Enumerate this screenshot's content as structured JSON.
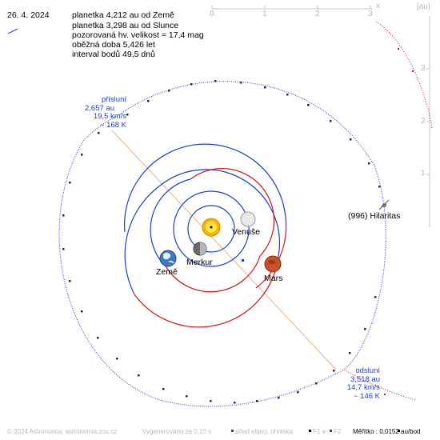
{
  "header": {
    "date": "26. 4. 2024",
    "info_lines": [
      "planetka 4,212 au od Země",
      "planetka 3,298 au od Slunce",
      "pozorovaná hv. velikost = 17,4 mag",
      "oběžná doba 5,426 let",
      "interval bodů 49,5 dnů"
    ]
  },
  "axes": {
    "x_ticks": [
      "0",
      "1",
      "2",
      "3"
    ],
    "y_ticks": [
      "1",
      "2",
      "3"
    ],
    "x_symbol": "x",
    "unit": "[au]"
  },
  "perihelion": {
    "title": "přísluní",
    "distance": "2,657 au",
    "speed": "19,5 km/s",
    "temperature": "~ 168 K"
  },
  "aphelion": {
    "title": "odsluní",
    "distance": "3,518 au",
    "speed": "14,7 km/s",
    "temperature": "~ 146 K"
  },
  "bodies": {
    "venus": "Venuše",
    "mercury": "Merkur",
    "earth": "Země",
    "mars": "Mars",
    "asteroid": "(996) Hilaritas"
  },
  "footer": {
    "copyright": "© 2024 Astronomia, astronomia.zcu.cz",
    "generated": "Vygenerováno za 0,10 s",
    "legend_center": "střed elipsy, ohniska",
    "legend_f1": "F1 a",
    "legend_f2": "F2",
    "scale": "Měřítko : 0,0152 au/bod"
  },
  "colors": {
    "orbit_blue": "#1a3ec8",
    "orbit_red": "#d21414",
    "apsis_line": "#f0b080",
    "sun": "#f5b800",
    "mars": "#c8502a"
  }
}
